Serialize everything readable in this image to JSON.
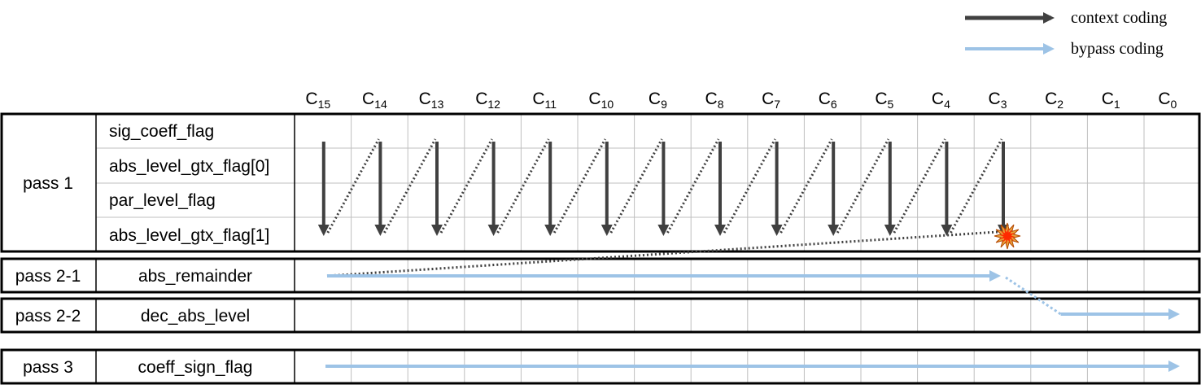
{
  "legend": [
    {
      "label": "context coding",
      "color": "#404040"
    },
    {
      "label": "bypass coding",
      "color": "#9dc3e6"
    }
  ],
  "columns": [
    {
      "base": "C",
      "sub": "15"
    },
    {
      "base": "C",
      "sub": "14"
    },
    {
      "base": "C",
      "sub": "13"
    },
    {
      "base": "C",
      "sub": "12"
    },
    {
      "base": "C",
      "sub": "11"
    },
    {
      "base": "C",
      "sub": "10"
    },
    {
      "base": "C",
      "sub": "9"
    },
    {
      "base": "C",
      "sub": "8"
    },
    {
      "base": "C",
      "sub": "7"
    },
    {
      "base": "C",
      "sub": "6"
    },
    {
      "base": "C",
      "sub": "5"
    },
    {
      "base": "C",
      "sub": "4"
    },
    {
      "base": "C",
      "sub": "3"
    },
    {
      "base": "C",
      "sub": "2"
    },
    {
      "base": "C",
      "sub": "1"
    },
    {
      "base": "C",
      "sub": "0"
    }
  ],
  "passes": [
    {
      "name": "pass 1",
      "rows": [
        "sig_coeff_flag",
        "abs_level_gtx_flag[0]",
        "par_level_flag",
        "abs_level_gtx_flag[1]"
      ]
    },
    {
      "name": "pass 2-1",
      "rows": [
        "abs_remainder"
      ]
    },
    {
      "name": "pass 2-2",
      "rows": [
        "dec_abs_level"
      ]
    },
    {
      "name": "pass 3",
      "rows": [
        "coeff_sign_flag"
      ]
    }
  ],
  "colors": {
    "context": "#404040",
    "bypass": "#9dc3e6",
    "dotted": "#404040",
    "grid": "#bfbfbf",
    "border": "#000000",
    "burst_outer": "#e8a33c",
    "burst_inner": "#ff2a00"
  },
  "flow": {
    "context_columns": 13,
    "burst_column": 12,
    "bypass_2_1_end_column": 12,
    "bypass_2_2_start_column": 13,
    "bypass_3_start_column": 0
  }
}
